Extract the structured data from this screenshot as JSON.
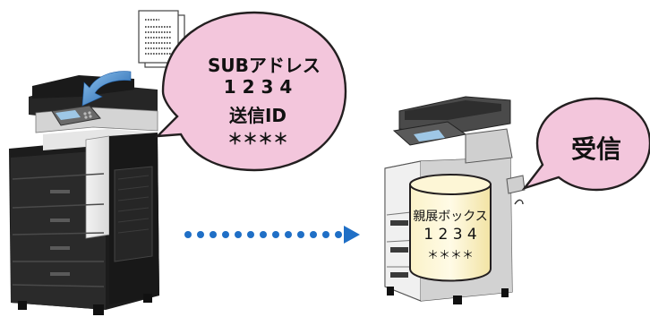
{
  "sender": {
    "bubble_lines": [
      "SUBアドレス",
      "1 2 3 4",
      "送信ID",
      "＊＊＊＊"
    ]
  },
  "receiver": {
    "bubble_text": "受信",
    "box_lines": [
      "親展ボックス",
      "1 2 3 4",
      "＊＊＊＊"
    ]
  },
  "colors": {
    "bubble_fill": "#f3c6dc",
    "box_fill": "#fbf2c8",
    "arrow": "#1f6fc6",
    "doc_arrow": "#1e5fa8"
  }
}
